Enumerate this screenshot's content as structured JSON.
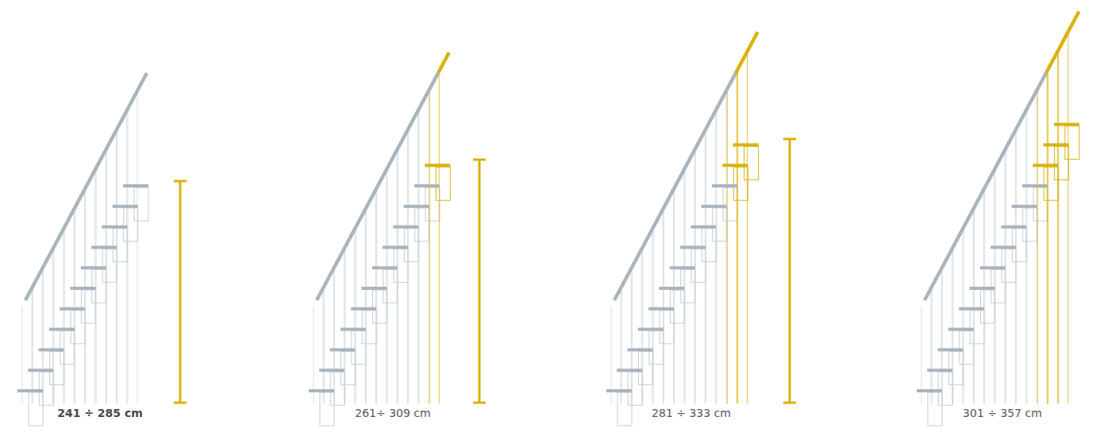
{
  "diagram": {
    "labels": [
      "241 ÷ 285 cm",
      "261÷ 309 cm",
      "281 ÷ 333 cm",
      "301 ÷ 357 cm"
    ]
  }
}
